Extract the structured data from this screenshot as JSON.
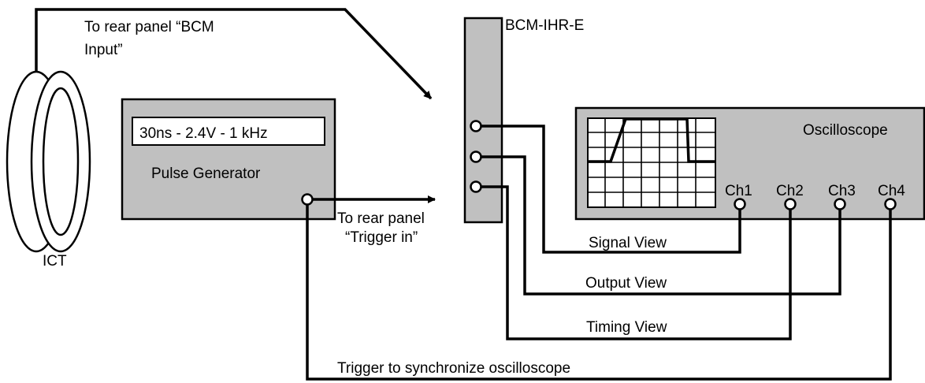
{
  "labels": {
    "ict": "ICT",
    "rear_bcm_line1": "To rear panel  “BCM",
    "rear_bcm_line2": "Input”",
    "bcm_unit": "BCM-IHR-E",
    "pulse_settings": "30ns - 2.4V - 1 kHz",
    "pulse_generator": "Pulse Generator",
    "rear_trigger_line1": "To rear panel",
    "rear_trigger_line2": "“Trigger in”",
    "oscilloscope": "Oscilloscope",
    "ch1": "Ch1",
    "ch2": "Ch2",
    "ch3": "Ch3",
    "ch4": "Ch4",
    "signal_view": "Signal View",
    "output_view": "Output View",
    "timing_view": "Timing View",
    "trigger_sync": "Trigger to synchronize oscilloscope"
  },
  "colors": {
    "panel_fill": "#c0c0c0",
    "line": "#000000",
    "background": "#ffffff"
  }
}
